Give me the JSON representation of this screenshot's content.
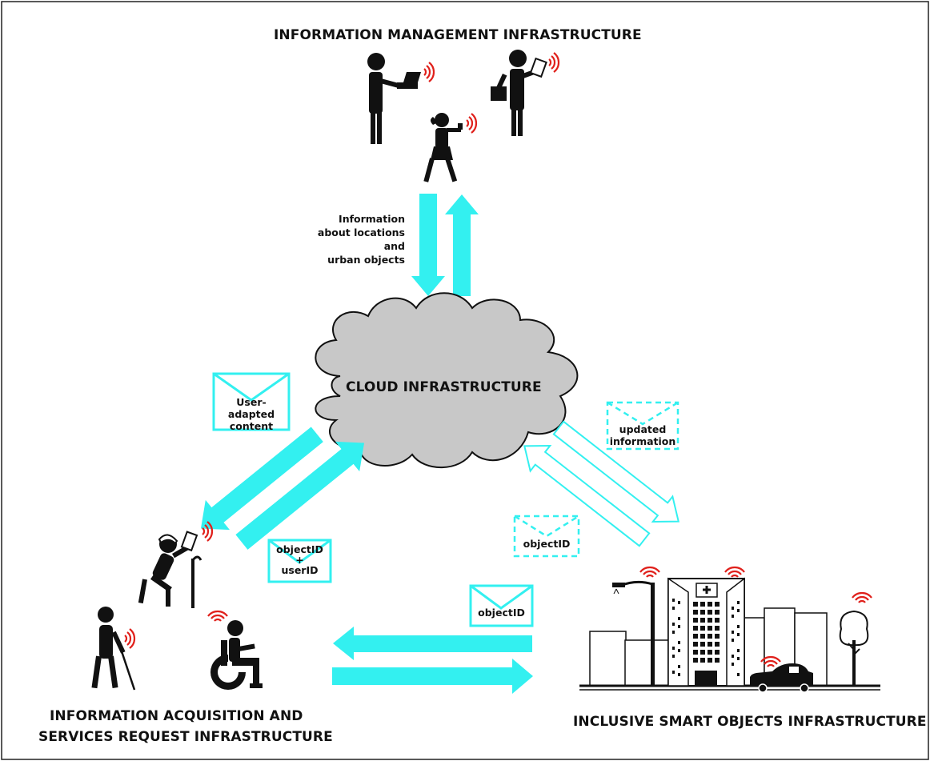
{
  "headings": {
    "management": "INFORMATION MANAGEMENT INFRASTRUCTURE",
    "cloud": "CLOUD INFRASTRUCTURE",
    "acquisition_line1": "INFORMATION ACQUISITION AND",
    "acquisition_line2": "SERVICES REQUEST INFRASTRUCTURE",
    "smart_objects": "INCLUSIVE SMART OBJECTS INFRASTRUCTURE"
  },
  "flow_labels": {
    "info_line1": "Information",
    "info_line2": "about locations and",
    "info_line3": "urban objects"
  },
  "messages": {
    "user_adapted_line1": "User-adapted",
    "user_adapted_line2": "content",
    "updated_line1": "updated",
    "updated_line2": "information",
    "objectid_dashed": "objectID",
    "objectid_userid_line1": "objectID",
    "objectid_userid_line2": "+",
    "objectid_userid_line3": "userID",
    "objectid_bottom": "objectID"
  },
  "colors": {
    "arrow": "#33F0F0",
    "cloud_fill": "#C8C8C8",
    "signal": "#E0201B",
    "ink": "#111111"
  },
  "icons": [
    "person-laptop-icon",
    "person-tablet-briefcase-icon",
    "woman-phone-icon",
    "elderly-person-cane-icon",
    "blind-person-cane-icon",
    "wheelchair-user-icon",
    "city-skyline-icon",
    "hospital-icon",
    "car-icon",
    "tree-icon",
    "streetlight-icon",
    "wireless-signal-icon"
  ]
}
